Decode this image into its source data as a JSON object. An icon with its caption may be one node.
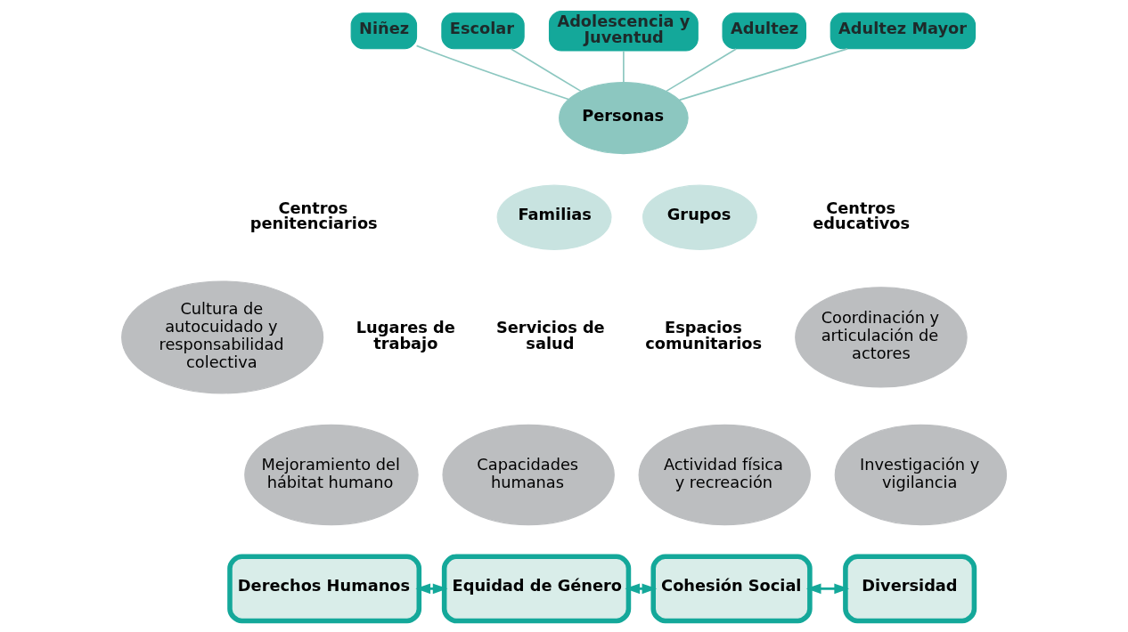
{
  "diagram": {
    "nodes": [
      {
        "text": [
          "Adolescencia y Juventud"
        ]
      },
      {
        "text": [
          "Escolar"
        ]
      },
      {
        "text": [
          "Adultez"
        ]
      },
      {
        "text": [
          "Niñez"
        ]
      },
      {
        "text": [
          "Personas"
        ]
      },
      {
        "text": [
          "Adultez Mayor"
        ]
      },
      {
        "text": [
          "Familias"
        ]
      },
      {
        "text": [
          "Grupos"
        ]
      },
      {
        "text": [
          "Cultura de autocuidado y responsabilidad colectiva"
        ]
      },
      {
        "text": [
          "Coordinación y articulación de actores"
        ]
      },
      {
        "text": [
          "Mejoramiento del hábitat humano"
        ]
      },
      {
        "text": [
          "Investigación y vigilancia"
        ]
      },
      {
        "text": [
          "Capacidades humanas"
        ]
      },
      {
        "text": [
          "Actividad física y recreación"
        ]
      },
      {
        "text": [
          "Derechos Humanos"
        ]
      },
      {
        "text": [
          "Equidad de Género"
        ]
      },
      {
        "text": [
          "Cohesión Social"
        ]
      },
      {
        "text": [
          "Diversidad"
        ]
      }
    ],
    "edges": [
      {
        "from": 0,
        "to": 4,
        "arrow": "none"
      },
      {
        "from": 1,
        "to": 4,
        "arrow": "none"
      },
      {
        "from": 2,
        "to": 4,
        "arrow": "none"
      },
      {
        "from": 3,
        "to": 4,
        "arrow": "none"
      },
      {
        "from": 5,
        "to": 4,
        "arrow": "none"
      },
      {
        "from": 14,
        "to": 15,
        "arrow": "both",
        "color": "#14a89a"
      },
      {
        "from": 15,
        "to": 16,
        "arrow": "both",
        "color": "#14a89a"
      },
      {
        "from": 16,
        "to": 17,
        "arrow": "both",
        "color": "#14a89a"
      }
    ],
    "labels": [
      "Centros penitenciarios",
      "Centros educativos",
      "Lugares de trabajo",
      "Espacios comunitarios",
      "Servicios de salud"
    ]
  }
}
